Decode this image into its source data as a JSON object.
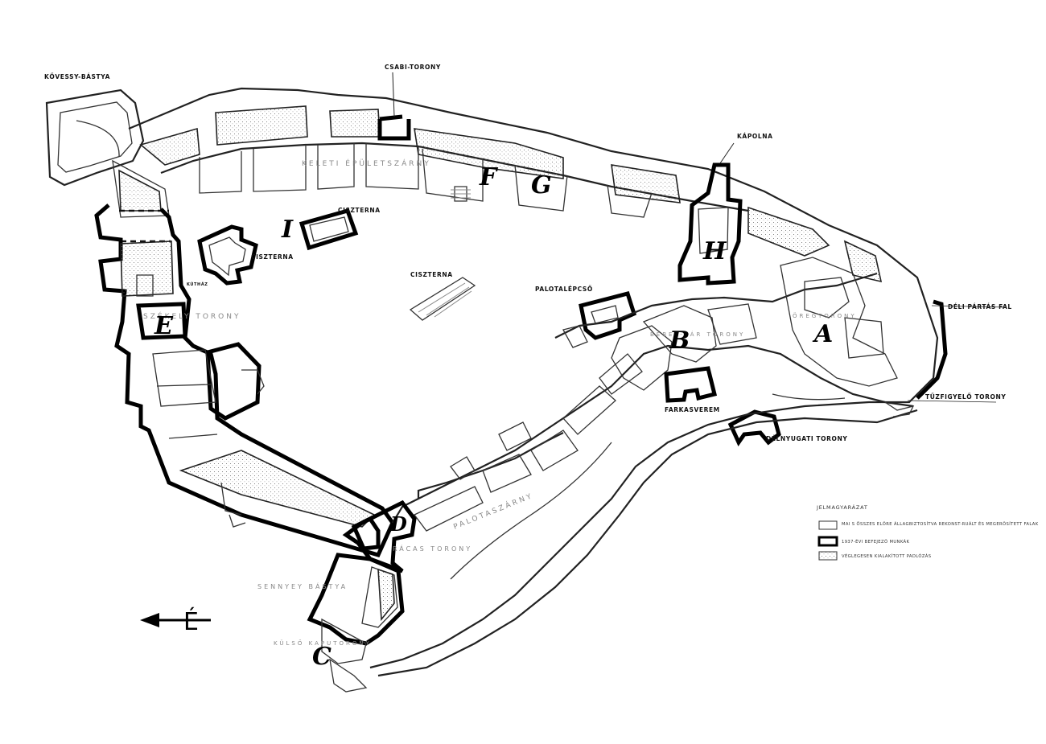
{
  "labels": {
    "kovessy": "KŐVESSY-BÁSTYA",
    "csabi": "CSABI-TORONY",
    "kapolna": "KÁPOLNA",
    "keleti": "KELETI ÉPÜLETSZÁRNY",
    "ciszterna1": "CISZTERNA",
    "ciszterna2": "CISZTERNA",
    "ciszterna3": "CISZTERNA",
    "kutlabel": "KÚTHÁZ",
    "szekely": "SZÉKELY TORONY",
    "palotalepcso": "PALOTALÉPCSŐ",
    "bebek": "BEBEK-VÁR TORONY",
    "oregtorony": "ÖREGTORONY",
    "deli": "DÉLI PÁRTÁS FAL",
    "tuzfigyelo": "TŰZFIGYELŐ TORONY",
    "farkasverem": "FARKASVEREM",
    "delnyugati": "DÉLNYUGATI TORONY",
    "palotaszarny": "PALOTASZÁRNY",
    "racas": "RÁCAS TORONY",
    "sennyey": "SENNYEY BÁSTYA",
    "kulso": "KÜLSŐ KAPUTORONY"
  },
  "letters": {
    "a": "A",
    "b": "B",
    "c": "C",
    "d": "D",
    "e": "E",
    "f": "F",
    "g": "G",
    "h": "H",
    "i": "I"
  },
  "north": "É",
  "legend": {
    "title": "JELMAGYARÁZAT",
    "item1": "MAI S ÖSSZES ELŐRE ÁLLAGBIZTOSÍTVA REKONST-RUÁLT ÉS MEGERŐSÍTETT FALAK",
    "item2": "1937-ÉVI BEFEJEZŐ MUNKÁK",
    "item3": "VÉGLEGESEN KIALAKÍTOTT PADLÓZÁS"
  }
}
